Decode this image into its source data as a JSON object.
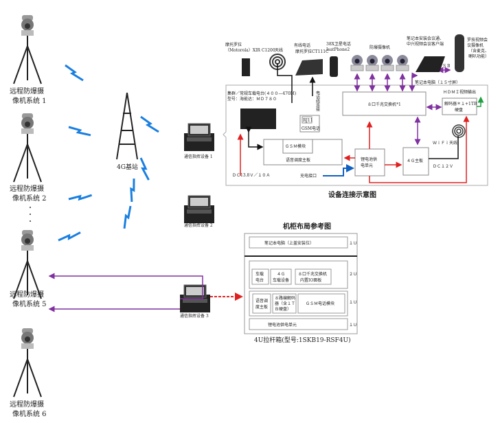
{
  "left_systems": [
    {
      "label1": "远程防爆摄",
      "label2": "像机系统 1"
    },
    {
      "label1": "远程防爆摄",
      "label2": "像机系统 2"
    },
    {
      "label1": "远程防爆摄",
      "label2": "像机系统 5"
    },
    {
      "label1": "远程防爆摄",
      "label2": "像机系统 6"
    }
  ],
  "ellipsis": "·\n·\n·",
  "tower": "4G基站",
  "command_devices": [
    "通信指挥设备 1",
    "通信指挥设备 2",
    "通信指挥设备 3"
  ],
  "connection": {
    "title": "设备连接示意图",
    "radio_handheld": [
      "摩托罗拉",
      "（Motorola）XIR C1200"
    ],
    "antenna": "天线",
    "desk_phone": [
      "有线电话",
      "摩托罗拉CT111C"
    ],
    "sat_phone": [
      "38X卫星电话",
      "IsatPhone2"
    ],
    "cameras": "防爆摄像机",
    "laptop_note": [
      "笔记本安装会议通、",
      "中兴视频会议客户端"
    ],
    "logitech": [
      "罗技视频会",
      "议摄像机",
      "（含麦克、",
      "喇叭功能）"
    ],
    "usb": "U S B",
    "laptop": "笔记本电脑（１５寸屏）",
    "vehicle_radio": [
      "集群／常规车载电台(４００—470M)",
      "型号：海能达：ＭＤ７８０"
    ],
    "phone_line": "电话线连接",
    "rj11": "RJ11",
    "gsm_phone": "GSM电话",
    "switch": "８口千兆交换机*1",
    "hdmi": "ＨＤＭＩ视频输出",
    "decoder": [
      "解码器＊１+1TB",
      "硬盘"
    ],
    "gsm_module": "ＧＳＭ模块",
    "voice_board": "语音调度主板",
    "battery": [
      "锂电池供",
      "电单元"
    ],
    "board_4g": "４Ｇ主板",
    "wifi": "ＷｉＦｉ天线",
    "dc12": "ＤＣ１２Ｖ",
    "dc13": "ＤＣ13.8Ｖ／１０Ａ",
    "charge": "充电接口"
  },
  "cabinet": {
    "title": "机柜布局参考图",
    "laptop": "笔记本电脑（上盖安装位）",
    "radio": [
      "车载",
      "电台"
    ],
    "dev4g": [
      "４Ｇ",
      "车载设备"
    ],
    "switch": [
      "８口千兆交换机",
      "内置IO面板"
    ],
    "voice": [
      "语音调",
      "度主板"
    ],
    "codec": [
      "８路编解码",
      "器（含１Ｔ",
      "Ｂ硬盘）"
    ],
    "gsm": "ＧＳＭ电话模块",
    "battery": "锂电池供电单元",
    "units": [
      "１Ｕ",
      "２Ｕ",
      "１Ｕ",
      "１Ｕ"
    ],
    "caption": "4U拉杆箱(型号:1SKB19-RSF4U)"
  },
  "colors": {
    "power": "#e02020",
    "data": "#8030a0",
    "wireless": "#1a7fe0",
    "charge": "#1060c0",
    "hdmi": "#20a040"
  }
}
